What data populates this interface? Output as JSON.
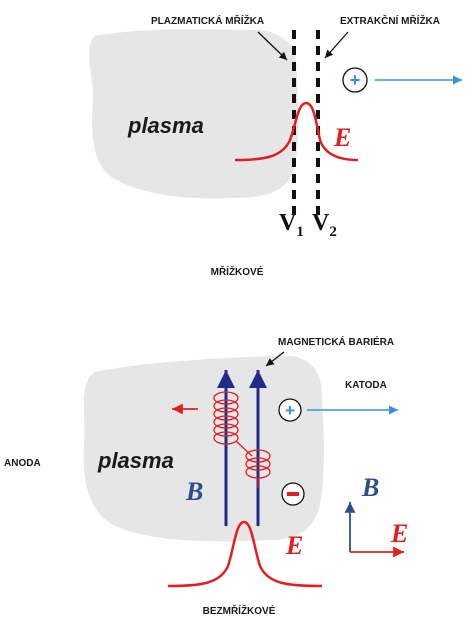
{
  "top": {
    "plasma_grid_label": "PLAZMATICKÁ MŘÍŽKA",
    "extraction_grid_label": "EXTRAKČNÍ MŘÍŽKA",
    "plasma_label": "plasma",
    "e_label": "E",
    "ion_sign": "+",
    "v1_letter": "V",
    "v1_sub": "1",
    "v2_letter": "V",
    "v2_sub": "2",
    "caption": "MŘÍŽKOVÉ"
  },
  "bottom": {
    "magnetic_barrier_label": "MAGNETICKÁ BARIÉRA",
    "cathode_label": "KATODA",
    "anode_label": "ANODA",
    "plasma_label": "plasma",
    "b_field_label": "B",
    "ion_sign": "+",
    "electron_sign": "−",
    "axis_b_label": "B",
    "axis_e_label": "E",
    "e_curve_label": "E",
    "caption": "BEZMŘÍŽKOVÉ"
  },
  "colors": {
    "plasma_fill": "#e6e6e6",
    "field_red": "#e02020",
    "arrow_blue": "#3a8ee6",
    "field_line_blue": "#1f2a8a",
    "axis_blue": "#2b4f8a"
  }
}
